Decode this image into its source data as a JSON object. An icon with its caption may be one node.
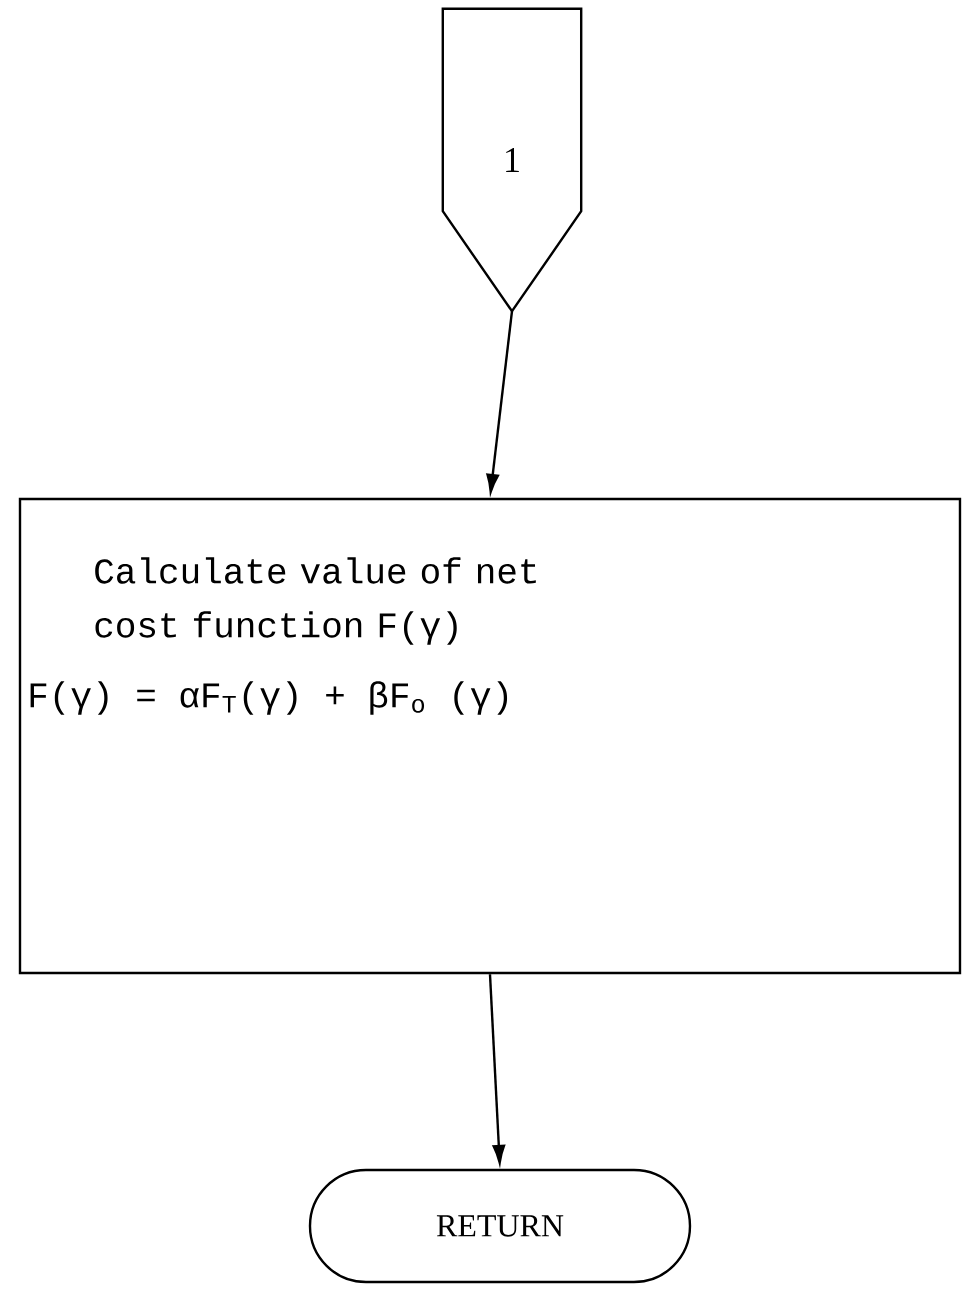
{
  "diagram": {
    "nodes": [
      {
        "text": [
          "1"
        ]
      },
      {
        "text": [
          "Calculate value of net cost function F(γ)",
          "F(γ) = αF$_{T}$(γ) + βF$_{o}$ (γ)"
        ]
      },
      {
        "text": [
          "RETURN"
        ]
      }
    ],
    "edges": [
      {
        "from": 0,
        "to": 1,
        "arrow": "to"
      },
      {
        "from": 1,
        "to": 2,
        "arrow": "to"
      }
    ]
  }
}
